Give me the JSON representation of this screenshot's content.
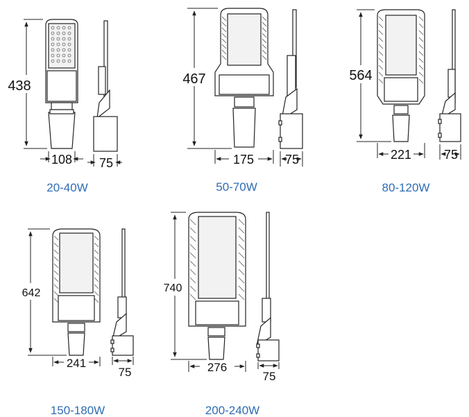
{
  "colors": {
    "caption": "#2f6db5",
    "line": "#222222",
    "fill": "#ffffff",
    "led": "#f2f2f2"
  },
  "models": [
    {
      "caption": "20-40W",
      "height": "438",
      "width": "108",
      "depth": "75"
    },
    {
      "caption": "50-70W",
      "height": "467",
      "width": "175",
      "depth": "75"
    },
    {
      "caption": "80-120W",
      "height": "564",
      "width": "221",
      "depth": "75"
    },
    {
      "caption": "150-180W",
      "height": "642",
      "width": "241",
      "depth": "75"
    },
    {
      "caption": "200-240W",
      "height": "740",
      "width": "276",
      "depth": "75"
    }
  ]
}
